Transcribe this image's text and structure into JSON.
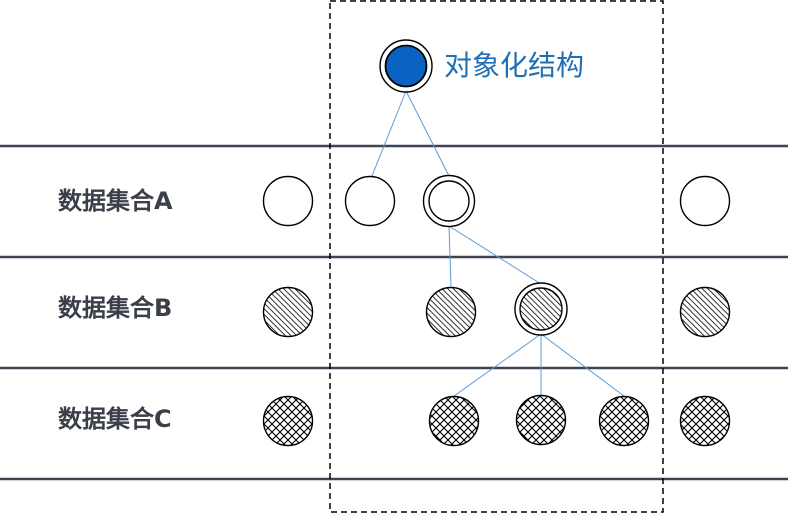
{
  "diagram": {
    "title": "对象化结构",
    "rows": [
      {
        "label": "数据集合A",
        "pattern": "empty"
      },
      {
        "label": "数据集合B",
        "pattern": "diagonal"
      },
      {
        "label": "数据集合C",
        "pattern": "crosshatch"
      }
    ],
    "colors": {
      "root_fill": "#0a63c0",
      "title_text": "#1f6fb5",
      "links": "#5b9bd5",
      "separators": "#3e4452",
      "row_label_text": "#3b3f4a"
    }
  }
}
